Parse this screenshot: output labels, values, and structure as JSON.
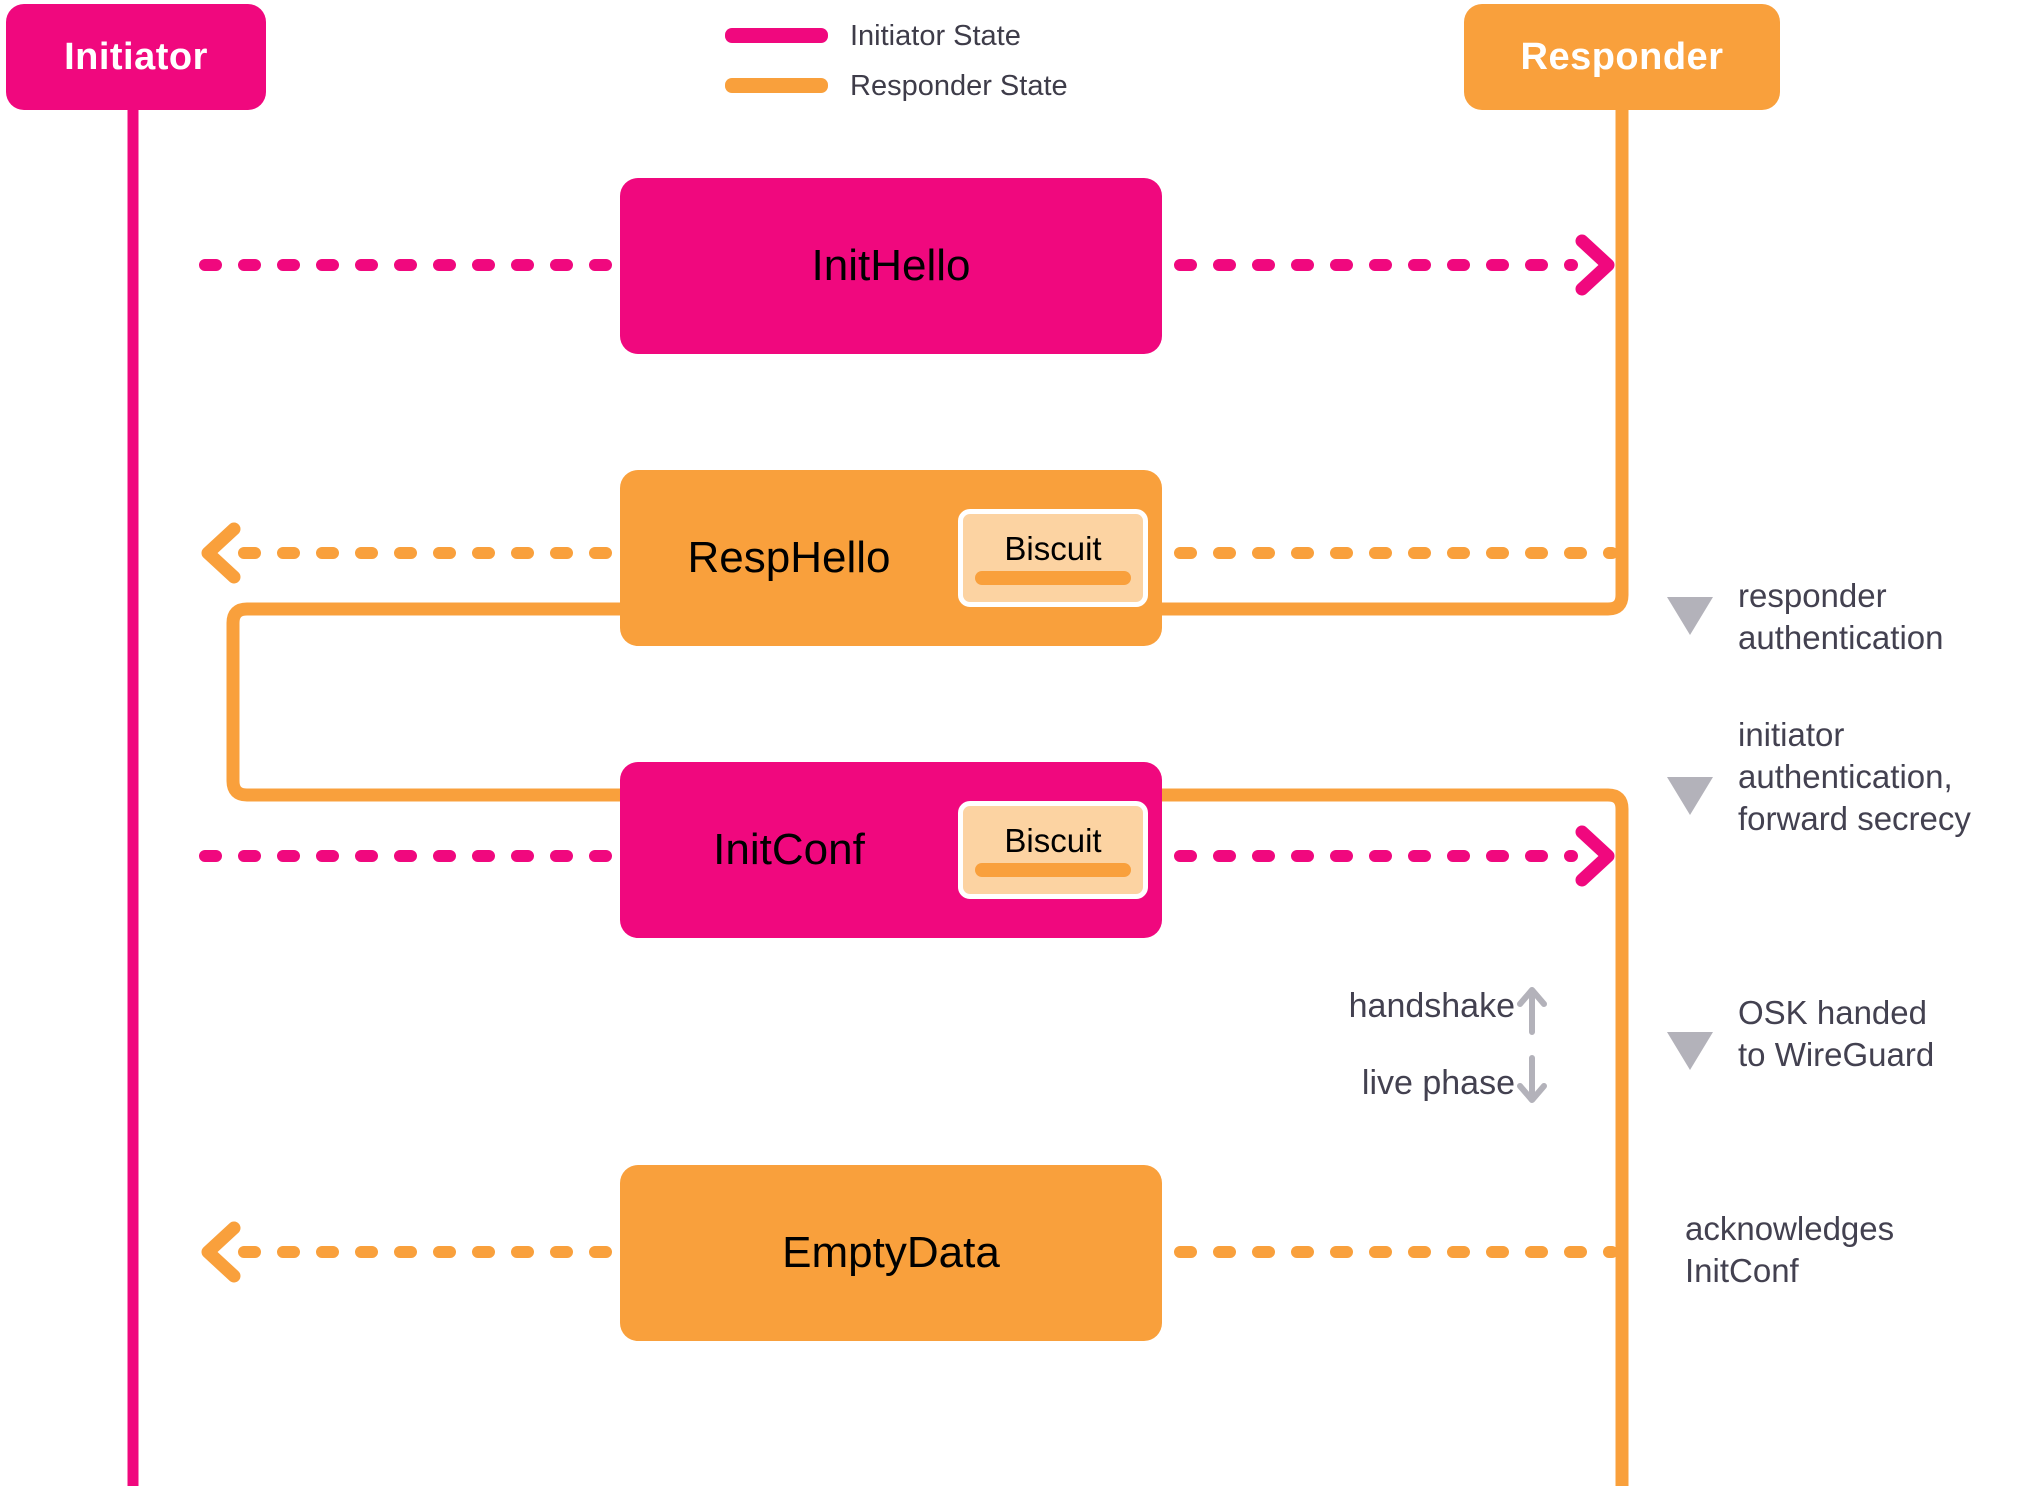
{
  "actors": [
    {
      "id": "initiator",
      "label": "Initiator",
      "color": "#F0087E"
    },
    {
      "id": "responder",
      "label": "Responder",
      "color": "#F9A03C"
    }
  ],
  "legend": {
    "items": [
      {
        "label": "Initiator State",
        "color": "#F0087E"
      },
      {
        "label": "Responder State",
        "color": "#F9A03C"
      }
    ]
  },
  "messages": [
    {
      "label": "InitHello",
      "from": "Initiator",
      "to": "Responder",
      "color": "#F0087E",
      "has_biscuit": false
    },
    {
      "label": "RespHello",
      "from": "Responder",
      "to": "Initiator",
      "color": "#F9A03C",
      "has_biscuit": true,
      "biscuit_label": "Biscuit"
    },
    {
      "label": "InitConf",
      "from": "Initiator",
      "to": "Responder",
      "color": "#F0087E",
      "has_biscuit": true,
      "biscuit_label": "Biscuit"
    },
    {
      "label": "EmptyData",
      "from": "Responder",
      "to": "Initiator",
      "color": "#F9A03C",
      "has_biscuit": false
    }
  ],
  "annotations": [
    {
      "id": "responder-authentication",
      "lines": [
        "responder",
        "authentication"
      ],
      "has_triangle": true
    },
    {
      "id": "initiator-authentication",
      "lines": [
        "initiator",
        "authentication,",
        "forward secrecy"
      ],
      "has_triangle": true
    },
    {
      "id": "osk-handed-to-wireguard",
      "lines": [
        "OSK handed",
        "to WireGuard"
      ],
      "has_triangle": true
    },
    {
      "id": "acknowledges-initconf",
      "lines": [
        "acknowledges",
        "InitConf"
      ],
      "has_triangle": false
    }
  ],
  "phase_divider": {
    "top": "handshake",
    "bottom": "live phase"
  },
  "colors": {
    "pink": "#F0087E",
    "orange": "#F9A03C",
    "biscuit_fill": "#FCD3A2",
    "annotation_text": "#434150",
    "muted_gray": "#B3B2BA",
    "label_text": "#000000",
    "background": "#FFFFFF"
  }
}
